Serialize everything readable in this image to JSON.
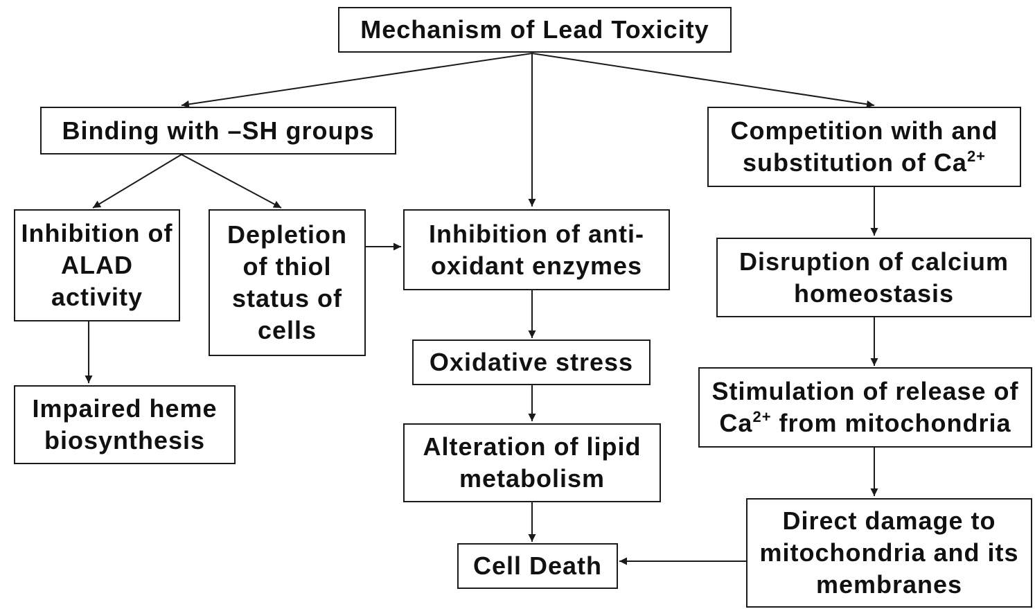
{
  "diagram": {
    "title": "Mechanism of Lead Toxicity",
    "nodes": {
      "binding": "Binding with –SH groups",
      "competition": {
        "line1": "Competition with and",
        "line2_prefix": "substitution of Ca",
        "line2_sup": "2+"
      },
      "alad": "Inhibition of ALAD activity",
      "thiol": "Depletion of thiol status of cells",
      "antioxidant": "Inhibition of anti-oxidant enzymes",
      "calcium": "Disruption of calcium homeostasis",
      "heme": "Impaired heme biosynthesis",
      "oxidative": "Oxidative stress",
      "release": {
        "line1": "Stimulation of release of",
        "line2_prefix": "Ca",
        "line2_sup": "2+",
        "line2_suffix": " from mitochondria"
      },
      "lipid": "Alteration of lipid metabolism",
      "damage": "Direct damage to mitochondria and its membranes",
      "death": "Cell Death"
    },
    "line_color": "#1a1a1a"
  }
}
